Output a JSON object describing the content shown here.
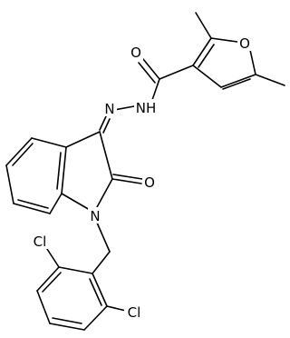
{
  "structure": {
    "labels": {
      "carbonyl_oxygen_amide": "O",
      "furan_oxygen": "O",
      "hydrazone_nitrogen": "N",
      "hydrazide_nh": "NH",
      "lactam_oxygen": "O",
      "indole_nitrogen": "N",
      "chlorine_top": "Cl",
      "chlorine_bottom": "Cl"
    }
  }
}
